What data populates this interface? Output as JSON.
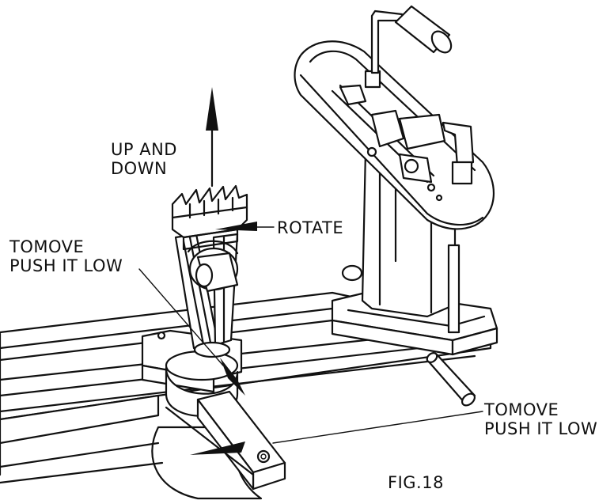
{
  "labels": {
    "up_down_line1": "UP AND",
    "up_down_line2": "DOWN",
    "rotate": "ROTATE",
    "tomove_left_line1": "TOMOVE",
    "tomove_left_line2": "PUSH IT LOW",
    "tomove_right_line1": "TOMOVE",
    "tomove_right_line2": "PUSH IT LOW",
    "figure": "FIG.18"
  },
  "colors": {
    "ink": "#111111",
    "paper": "#ffffff"
  }
}
